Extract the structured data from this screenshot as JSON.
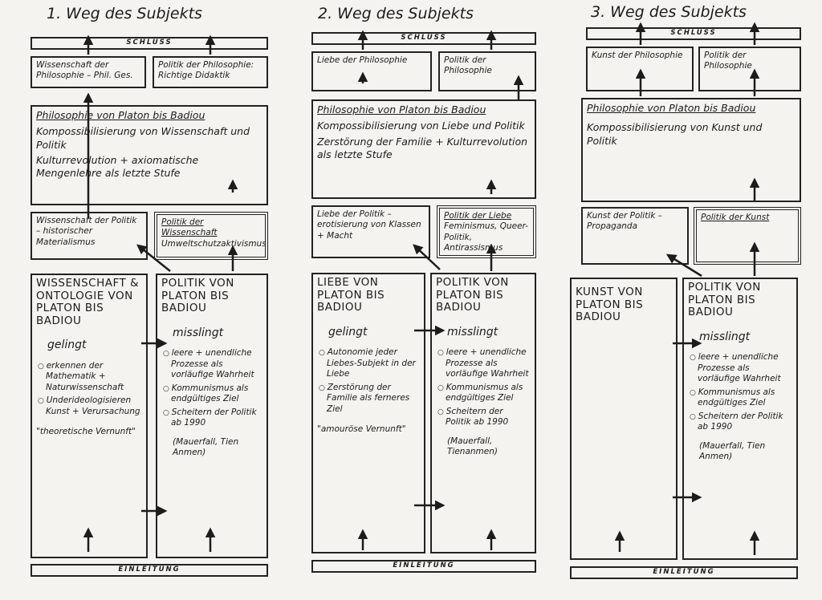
{
  "columns": [
    {
      "title": "1. Weg des Subjekts",
      "schluss": "SCHLUSS",
      "top_left": "Wissenschaft der Philosophie – Phil. Ges.",
      "top_right": "Politik der Philosophie: Richtige Didaktik",
      "mid_heading": "Philosophie von Platon bis Badiou",
      "mid_body": "Kompossibilisierung von Wissenschaft und Politik",
      "mid_extra": "Kulturrevolution + axiomatische Mengenlehre als letzte Stufe",
      "lower_left": "Wissenschaft der Politik – historischer Materialismus",
      "lower_right_title": "Politik der Wissenschaft",
      "lower_right_body": "Umweltschutzaktivismus",
      "left_head": "WISSENSCHAFT & ONTOLOGIE VON PLATON BIS BADIOU",
      "left_verdict": "gelingt",
      "left_points": [
        "erkennen der Mathematik + Naturwissenschaft",
        "Underideologisieren Kunst + Verursachung"
      ],
      "left_quote": "\"theoretische Vernunft\"",
      "right_head": "POLITIK VON PLATON BIS BADIOU",
      "right_verdict": "misslingt",
      "right_points": [
        "leere + unendliche Prozesse als vorläufige Wahrheit",
        "Kommunismus als endgültiges Ziel",
        "Scheitern der Politik ab 1990"
      ],
      "right_paren": "(Mauerfall, Tien Anmen)",
      "einleitung": "EINLEITUNG"
    },
    {
      "title": "2. Weg des Subjekts",
      "schluss": "SCHLUSS",
      "top_left": "Liebe der Philosophie",
      "top_right": "Politik der Philosophie",
      "mid_heading": "Philosophie von Platon bis Badiou",
      "mid_body": "Kompossibilisierung von Liebe und Politik",
      "mid_extra": "Zerstörung der Familie + Kulturrevolution als letzte Stufe",
      "lower_left": "Liebe der Politik – erotisierung von Klassen + Macht",
      "lower_right_title": "Politik der Liebe",
      "lower_right_body": "Feminismus, Queer-Politik, Antirassismus",
      "left_head": "LIEBE VON PLATON BIS BADIOU",
      "left_verdict": "gelingt",
      "left_points": [
        "Autonomie jeder Liebes-Subjekt in der Liebe",
        "Zerstörung der Familie als ferneres Ziel"
      ],
      "left_quote": "\"amouröse Vernunft\"",
      "right_head": "POLITIK VON PLATON BIS BADIOU",
      "right_verdict": "misslingt",
      "right_points": [
        "leere + unendliche Prozesse als vorläufige Wahrheit",
        "Kommunismus als endgültiges Ziel",
        "Scheitern der Politik ab 1990"
      ],
      "right_paren": "(Mauerfall, Tienanmen)",
      "einleitung": "EINLEITUNG"
    },
    {
      "title": "3. Weg des Subjekts",
      "schluss": "SCHLUSS",
      "top_left": "Kunst der Philosophie",
      "top_right": "Politik der Philosophie",
      "mid_heading": "Philosophie von Platon bis Badiou",
      "mid_body": "Kompossibilisierung von Kunst und Politik",
      "mid_extra": "",
      "lower_left": "Kunst der Politik – Propaganda",
      "lower_right_title": "Politik der Kunst",
      "lower_right_body": "",
      "left_head": "KUNST VON PLATON BIS BADIOU",
      "left_verdict": "",
      "left_points": [],
      "left_quote": "",
      "right_head": "POLITIK VON PLATON BIS BADIOU",
      "right_verdict": "misslingt",
      "right_points": [
        "leere + unendliche Prozesse als vorläufige Wahrheit",
        "Kommunismus als endgültiges Ziel",
        "Scheitern der Politik ab 1990"
      ],
      "right_paren": "(Mauerfall, Tien Anmen)",
      "einleitung": "EINLEITUNG"
    }
  ]
}
